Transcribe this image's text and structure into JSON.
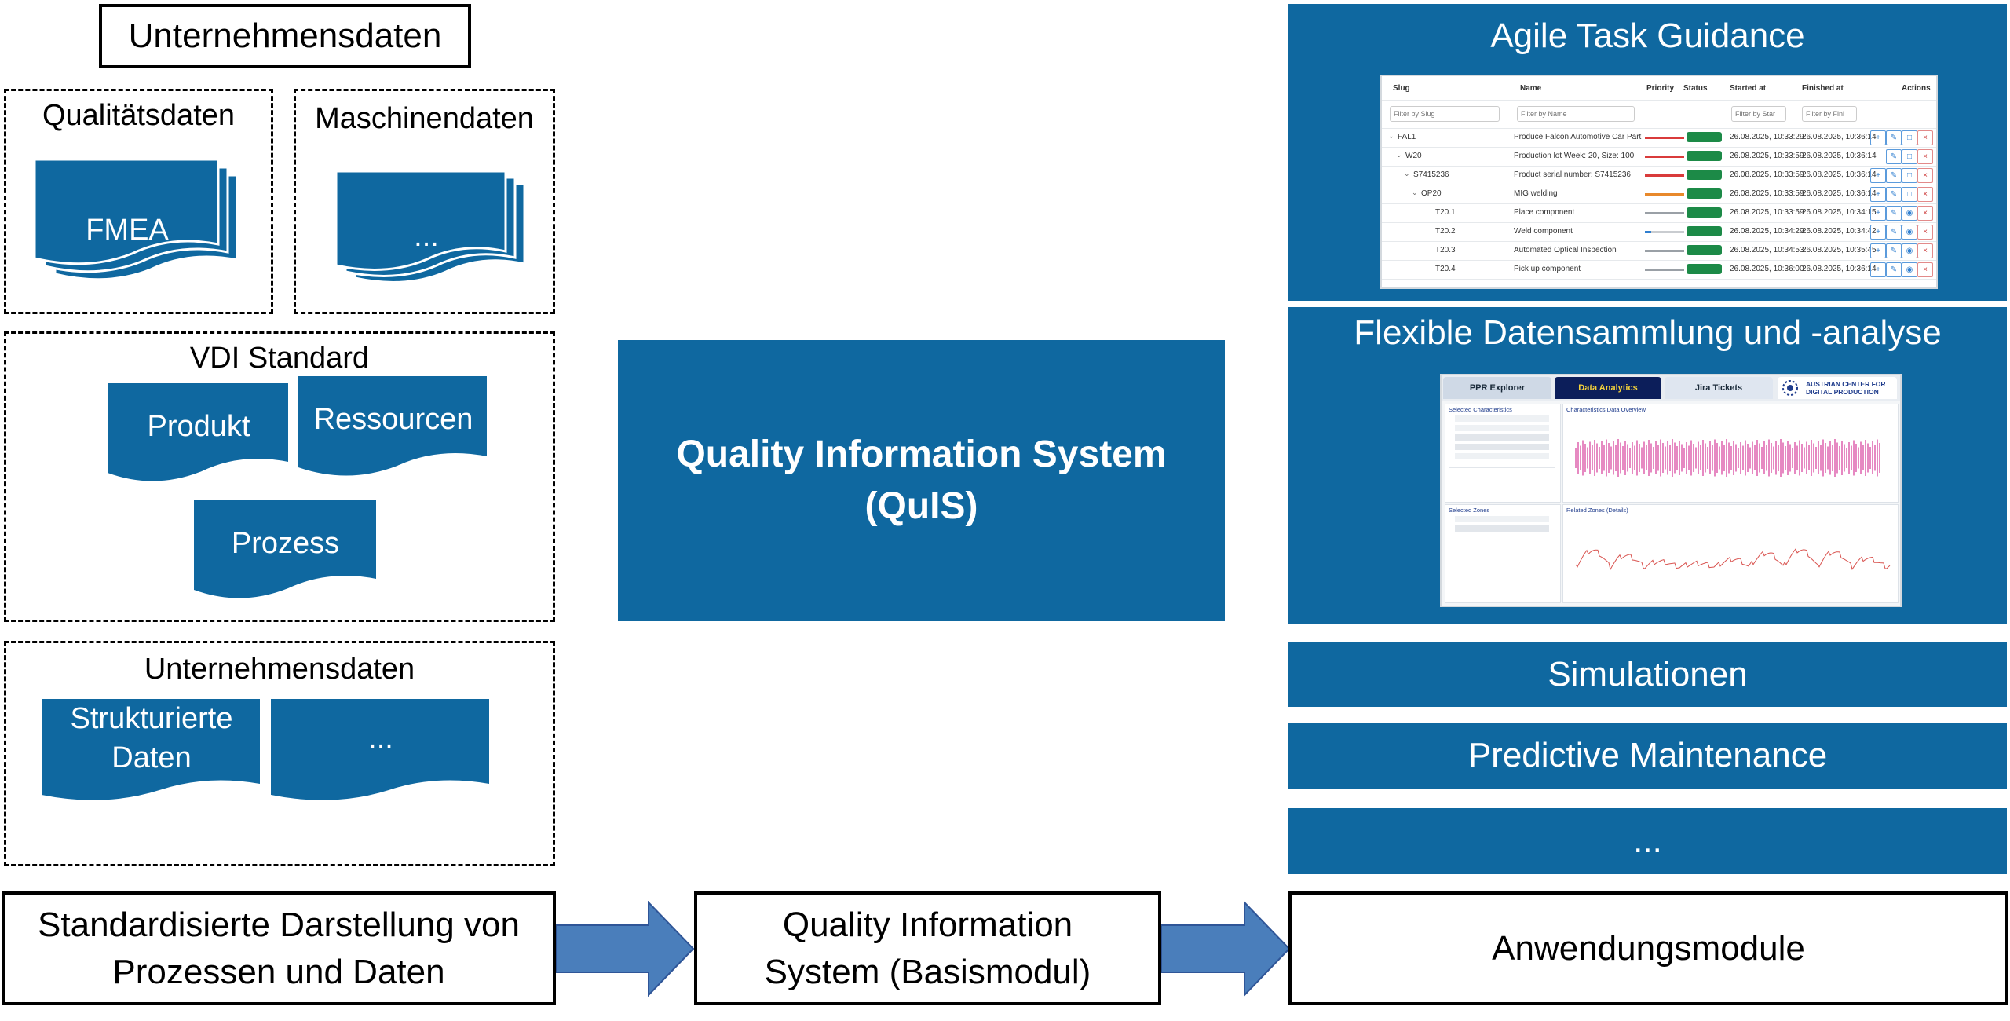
{
  "left": {
    "title": "Unternehmensdaten",
    "qualitaet": {
      "title": "Qualitätsdaten",
      "doc": "FMEA"
    },
    "maschine": {
      "title": "Maschinendaten",
      "doc": "..."
    },
    "vdi": {
      "title": "VDI Standard",
      "produkt": "Produkt",
      "ressourcen": "Ressourcen",
      "prozess": "Prozess"
    },
    "unternehmen": {
      "title": "Unternehmensdaten",
      "doc1_line1": "Strukturierte",
      "doc1_line2": "Daten",
      "doc2": "..."
    }
  },
  "center": {
    "title_line1": "Quality Information System",
    "title_line2": "(QuIS)"
  },
  "modules": {
    "agile": {
      "title": "Agile Task Guidance",
      "table": {
        "headers": [
          "Slug",
          "Name",
          "Priority",
          "Status",
          "Started at",
          "Finished at",
          "Actions"
        ],
        "filters": [
          "Filter by Slug",
          "Filter by Name",
          "Filter by Star",
          "Filter by Fini"
        ],
        "rows": [
          {
            "slug": "FAL1",
            "name": "Produce Falcon Automotive Car Part",
            "started": "26.08.2025, 10:33:29",
            "finished": "26.08.2025, 10:36:14",
            "prio_color": "#d93b3b"
          },
          {
            "slug": "W20",
            "name": "Production lot Week: 20, Size: 100",
            "started": "26.08.2025, 10:33:59",
            "finished": "26.08.2025, 10:36:14",
            "prio_color": "#d93b3b"
          },
          {
            "slug": "S7415236",
            "name": "Product serial number: S7415236",
            "started": "26.08.2025, 10:33:59",
            "finished": "26.08.2025, 10:36:14",
            "prio_color": "#d93b3b"
          },
          {
            "slug": "OP20",
            "name": "MIG welding",
            "started": "26.08.2025, 10:33:59",
            "finished": "26.08.2025, 10:36:14",
            "prio_color": "#e8892b"
          },
          {
            "slug": "T20.1",
            "name": "Place component",
            "started": "26.08.2025, 10:33:59",
            "finished": "26.08.2025, 10:34:15",
            "prio_color": "#9aa0a6"
          },
          {
            "slug": "T20.2",
            "name": "Weld component",
            "started": "26.08.2025, 10:34:29",
            "finished": "26.08.2025, 10:34:42",
            "prio_color": "#2f7fd0"
          },
          {
            "slug": "T20.3",
            "name": "Automated Optical Inspection",
            "started": "26.08.2025, 10:34:53",
            "finished": "26.08.2025, 10:35:45",
            "prio_color": "#9aa0a6"
          },
          {
            "slug": "T20.4",
            "name": "Pick up component",
            "started": "26.08.2025, 10:36:00",
            "finished": "26.08.2025, 10:36:14",
            "prio_color": "#9aa0a6"
          }
        ]
      }
    },
    "flex": {
      "title": "Flexible Datensammlung und -analyse",
      "tabs": [
        "PPR Explorer",
        "Data Analytics",
        "Jira Tickets"
      ],
      "logo_text_line1": "AUSTRIAN CENTER FOR",
      "logo_text_line2": "DIGITAL PRODUCTION",
      "panel1_title": "Selected Characteristics",
      "panel1_chart_title": "Characteristics Data Overview",
      "panel2_title": "Selected Zones",
      "panel2_chart_title": "Related Zones (Details)"
    },
    "sim": {
      "title": "Simulationen"
    },
    "pm": {
      "title": "Predictive Maintenance"
    },
    "more": {
      "title": "..."
    }
  },
  "bottom": {
    "box1_line1": "Standardisierte Darstellung von",
    "box1_line2": "Prozessen und Daten",
    "box2_line1": "Quality Information",
    "box2_line2": "System (Basismodul)",
    "box3": "Anwendungsmodule"
  },
  "colors": {
    "primary_blue": "#0f68a0",
    "arrow_blue": "#4a7ebb",
    "status_green": "#1c8a47"
  }
}
